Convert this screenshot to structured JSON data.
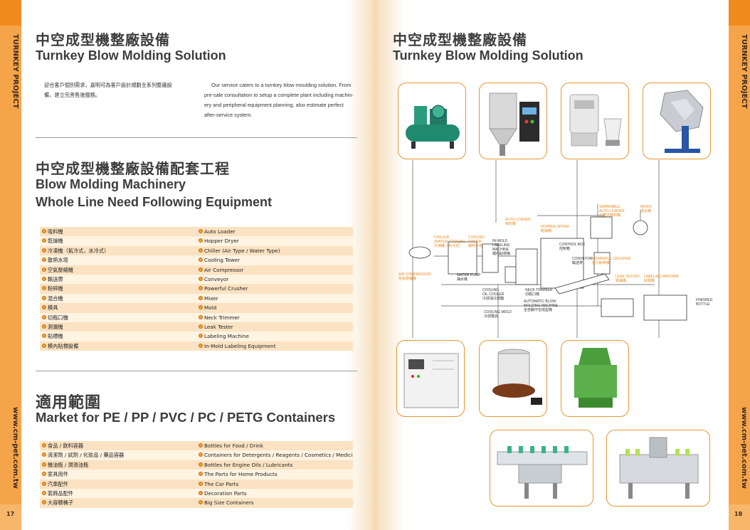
{
  "sidebar": {
    "left_label": "TURNKEY PROJECT",
    "right_label": "TURNKEY PROJECT",
    "left_url": "www.cm-pet.com.tw",
    "right_url": "www.cm-pet.com.tw",
    "left_page": "17",
    "right_page": "18"
  },
  "left": {
    "title_zh": "中空成型機整廠設備",
    "title_en": "Turnkey Blow Molding Solution",
    "intro_zh": [
      "迎合客戶個別需求，嘉明可為客戶設計規劃全系列整廠設",
      "備，建立完善售後服務。"
    ],
    "intro_en": [
      "Our service caters to a turnkey blow moulding solution. From",
      "pre-sale consultation to setup a complete plant including machin-",
      "ery and peripheral equipment planning, also estimate perfect",
      "after-service system."
    ],
    "section2_zh": "中空成型機整廠設備配套工程",
    "section2_en1": "Blow Molding Machinery",
    "section2_en2": "Whole Line Need Following Equipment",
    "equipment": [
      {
        "zh": "吸料機",
        "en": "Auto Loader"
      },
      {
        "zh": "乾燥機",
        "en": "Hopper Dryer"
      },
      {
        "zh": "冷凍機（氣冷式，水冷式）",
        "en": "Chiller (Air Type / Water Type)"
      },
      {
        "zh": "散熱水塔",
        "en": "Cooling Tower"
      },
      {
        "zh": "空氣壓縮機",
        "en": "Air Compressor"
      },
      {
        "zh": "輸送帶",
        "en": "Conveyor"
      },
      {
        "zh": "粉碎機",
        "en": "Powerful Crusher"
      },
      {
        "zh": "混合機",
        "en": "Mixer"
      },
      {
        "zh": "模具",
        "en": "Mold"
      },
      {
        "zh": "切瓶口機",
        "en": "Neck Trimmer"
      },
      {
        "zh": "測漏機",
        "en": "Leak Tester"
      },
      {
        "zh": "貼標機",
        "en": "Labeling Machine"
      },
      {
        "zh": "模內貼標設備",
        "en": "In-Mold Labeling Equipment"
      }
    ],
    "section3_zh": "適用範圍",
    "section3_en": "Market for PE / PP / PVC / PC / PETG Containers",
    "markets": [
      {
        "zh": "食品 / 飲料容器",
        "en": "Bottles for Food / Drink"
      },
      {
        "zh": "清潔劑 / 試劑 / 化妝品 / 藥品容器",
        "en": "Containers for Detergents / Reagents / Cosmetics / Medicines"
      },
      {
        "zh": "機油瓶 / 潤滑油瓶",
        "en": "Bottles for Engine Oils / Lubricants"
      },
      {
        "zh": "家具用件",
        "en": "The Parts for Home Products"
      },
      {
        "zh": "汽車配件",
        "en": "The Car Parts"
      },
      {
        "zh": "裝飾品配件",
        "en": "Decoration Parts"
      },
      {
        "zh": "大容積桶子",
        "en": "Big Size Containers"
      }
    ]
  },
  "right": {
    "title_zh": "中空成型機整廠設備",
    "title_en": "Turnkey Blow Molding Solution",
    "diagram_labels": {
      "auto_loader": [
        "AUTO LOADER",
        "吸料機"
      ],
      "hopper_dryer": [
        "HOPPER DRYER",
        "乾燥機"
      ],
      "separable": [
        "SEPARABLE",
        "AUTO LOADER",
        "分離式吸料機"
      ],
      "mixer": [
        "MIXER",
        "混合機"
      ],
      "chiller": [
        "CHILLER",
        "(WATER COOLER)",
        "冷凍機（水冷式）"
      ],
      "cooling_tower": [
        "COOLING",
        "TOWER",
        "散熱水塔"
      ],
      "in_mold": [
        "IN-MOLD",
        "LABELING",
        "MACHINE",
        "模內貼標機"
      ],
      "control_box": [
        "CONTROL BOX",
        "控制箱"
      ],
      "conveyor": [
        "CONVEYOR",
        "輸送帶"
      ],
      "crusher": [
        "POWERFUL CRUSHER",
        "強力粉碎機"
      ],
      "air_comp": [
        "AIR COMPRESSOR",
        "空氣壓縮機"
      ],
      "water_pump": [
        "WATER PUMP",
        "抽水機"
      ],
      "cooling_oil": [
        "COOLING",
        "OIL COOLER",
        "冷卻油冷卻器"
      ],
      "trimmer": [
        "NECK TRIMMER",
        "切瓶口機"
      ],
      "auto_blow": [
        "AUTOMATIC BLOW",
        "MOLDING MACHINE",
        "全自動中空成型機"
      ],
      "cooling_mold": [
        "COOLING MOLD",
        "冷卻模具"
      ],
      "leak": [
        "LEAK TESTER",
        "測漏機"
      ],
      "labeling": [
        "LABELING MACHINE",
        "貼標機"
      ],
      "finished": [
        "FINISHED",
        "BOTTLE"
      ]
    }
  },
  "colors": {
    "tab_orange": "#f6a44a",
    "photo_border": "#e8952e",
    "row_odd": "#fbe2c2",
    "row_even": "#fff3e2",
    "diagram_label": "#e88a20"
  },
  "icons": [
    "air-compressor-photo",
    "hopper-dryer-photo",
    "auto-loader-photo",
    "mixer-photo",
    "chiller-photo",
    "cooling-tower-photo",
    "crusher-photo",
    "leak-tester-photo",
    "labeling-machine-photo"
  ]
}
